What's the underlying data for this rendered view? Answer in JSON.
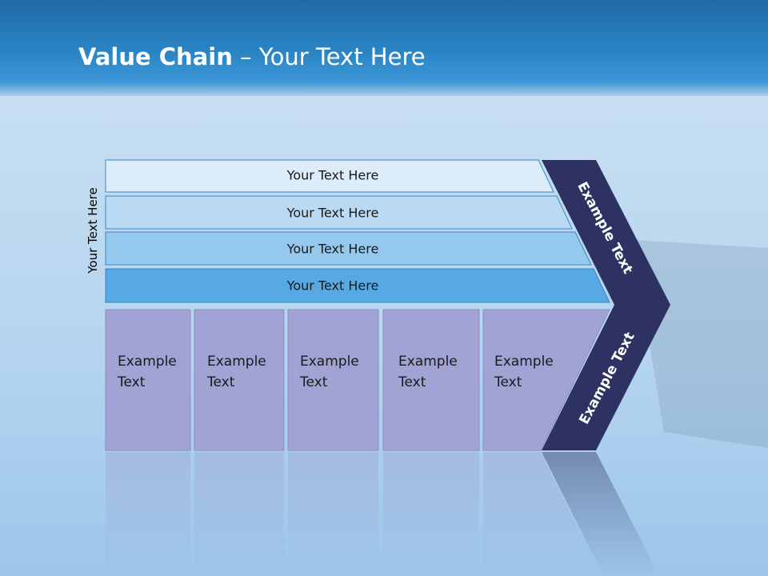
{
  "slide": {
    "title_bold": "Value Chain",
    "title_rest": " – Your Text Here",
    "side_label": "Your Text Here"
  },
  "rows": [
    {
      "label": "Your Text Here",
      "color": "#dcecf9"
    },
    {
      "label": "Your Text Here",
      "color": "#b9daf2"
    },
    {
      "label": "Your Text Here",
      "color": "#94c8ec"
    },
    {
      "label": "Your Text Here",
      "color": "#56a9e2"
    }
  ],
  "boxes": [
    {
      "line1": "Example",
      "line2": "Text"
    },
    {
      "line1": "Example",
      "line2": "Text"
    },
    {
      "line1": "Example",
      "line2": "Text"
    },
    {
      "line1": "Example",
      "line2": "Text"
    },
    {
      "line1": "Example",
      "line2": "Text"
    }
  ],
  "chevron": {
    "upper_label": "Example Text",
    "lower_label": "Example Text",
    "color": "#2e3263"
  },
  "colors": {
    "box_fill": "#a0a3d3",
    "box_stroke": "#8a8ec0",
    "row_stroke": "#3c86c4"
  }
}
